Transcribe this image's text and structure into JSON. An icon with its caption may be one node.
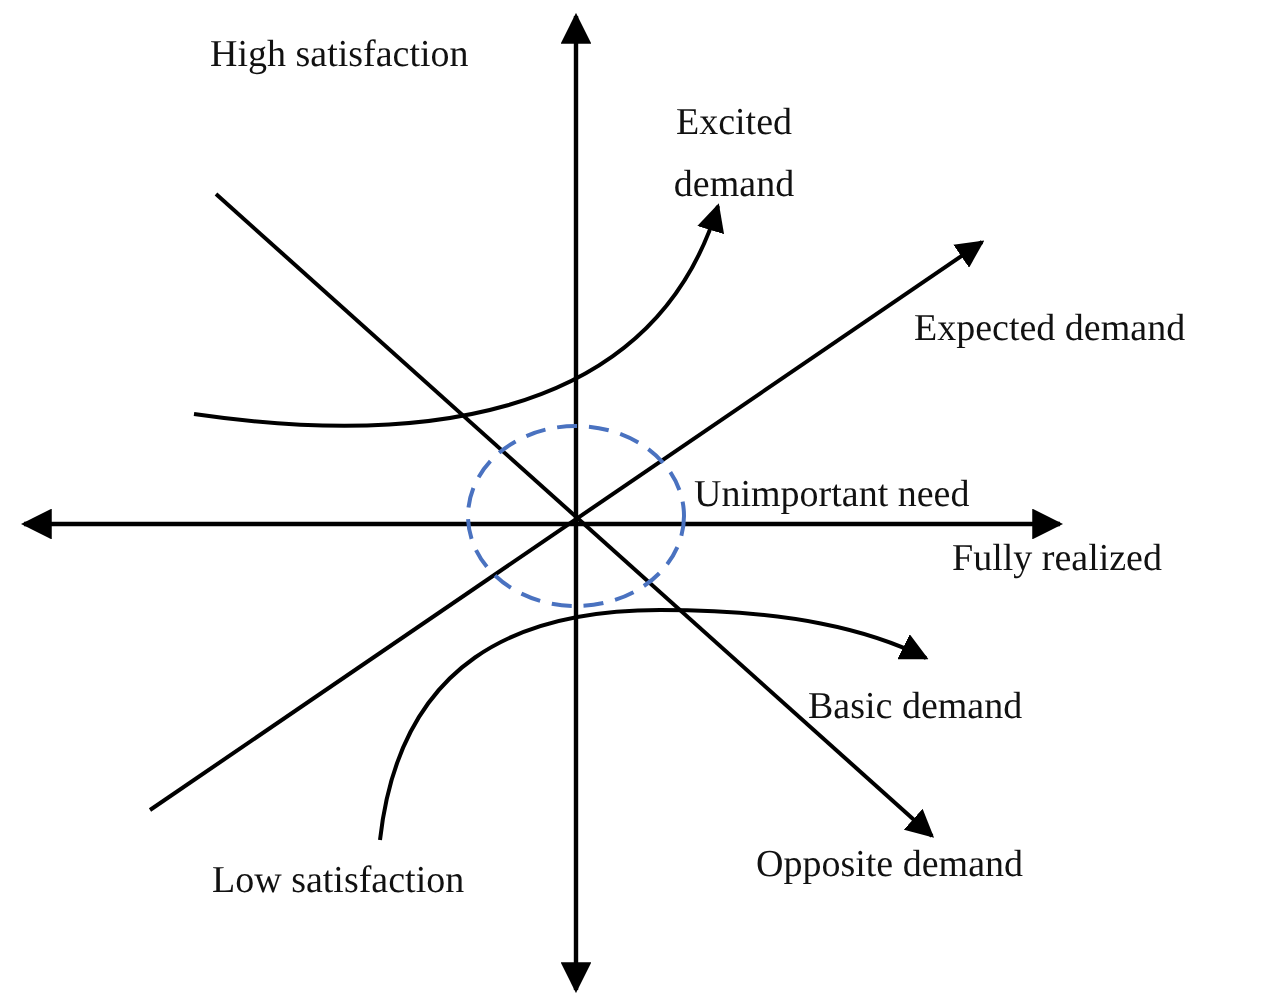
{
  "diagram": {
    "labels": [
      "High satisfaction",
      "Excited demand",
      "Expected demand",
      "Unimportant need",
      "Fully realized",
      "Basic demand",
      "Low satisfaction",
      "Opposite demand"
    ]
  }
}
